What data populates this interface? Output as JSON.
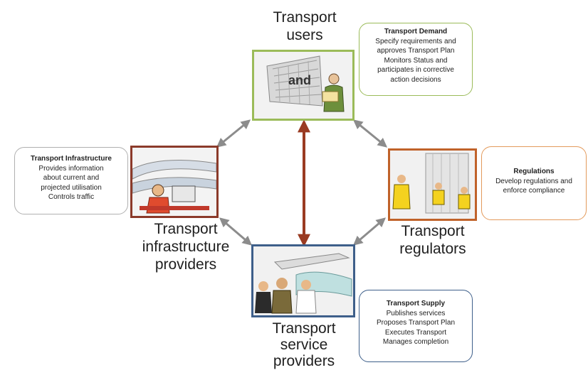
{
  "nodes": {
    "users": {
      "label_lines": [
        "Transport",
        "users"
      ],
      "border_color": "#9bbb59"
    },
    "infrastructure": {
      "label_lines": [
        "Transport",
        "infrastructure",
        "providers"
      ],
      "border_color": "#8b3a2a"
    },
    "regulators": {
      "label_lines": [
        "Transport",
        "regulators"
      ],
      "border_color": "#c0622a"
    },
    "service": {
      "label_lines": [
        "Transport",
        "service",
        "providers"
      ],
      "border_color": "#3e5f8a"
    }
  },
  "callouts": {
    "demand": {
      "title": "Transport Demand",
      "lines": [
        "Specify requirements and",
        "approves Transport Plan",
        "Monitors Status and",
        "participates in corrective",
        "action decisions"
      ],
      "border_color": "#9bbb59"
    },
    "infrastructure": {
      "title": "Transport Infrastructure",
      "lines": [
        "Provides information",
        "about current and",
        "projected utilisation",
        "Controls traffic"
      ],
      "border_color": "#b0b0b0"
    },
    "regulations": {
      "title": "Regulations",
      "lines": [
        "Develop regulations and",
        "enforce compliance"
      ],
      "border_color": "#e39a5b"
    },
    "supply": {
      "title": "Transport Supply",
      "lines": [
        "Publishes services",
        "Proposes Transport Plan",
        "Executes Transport",
        "Manages completion"
      ],
      "border_color": "#3e5f8a"
    }
  },
  "photo_text": {
    "demand_sign": "and"
  },
  "colors": {
    "connector_gray": "#8c8c8c",
    "connector_red": "#9a3b22"
  }
}
